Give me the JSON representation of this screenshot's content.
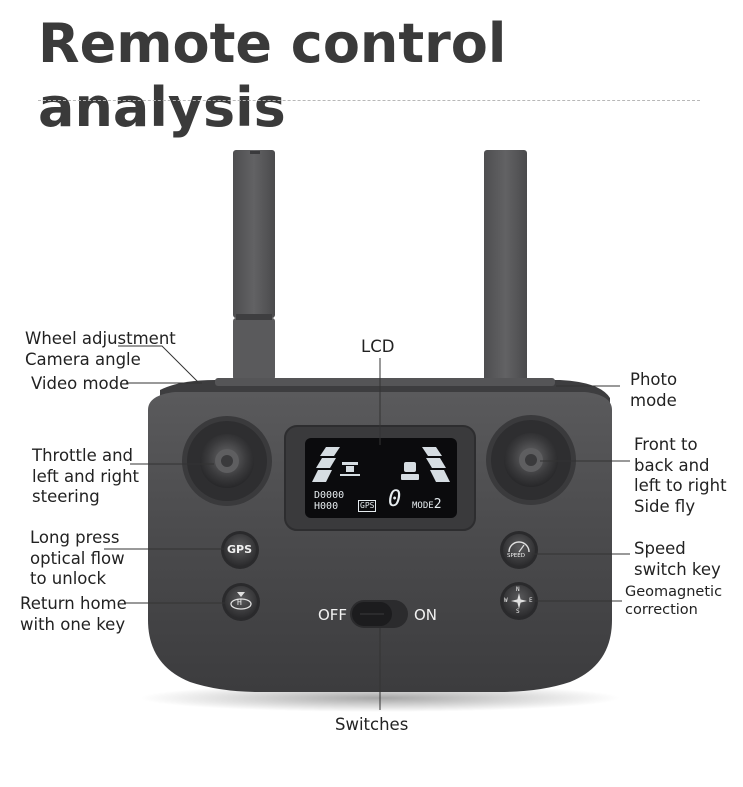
{
  "title": "Remote control analysis",
  "labels": {
    "wheel": "Wheel adjustment\nCamera angle",
    "video": "Video mode",
    "throttle": "Throttle and\nleft and right\nsteering",
    "gps_long": "Long press\noptical flow\nto unlock",
    "return_home": "Return home\nwith one key",
    "lcd": "LCD",
    "photo": "Photo\nmode",
    "front_back": "Front to\nback and\nleft to right\nSide fly",
    "speed": "Speed\nswitch key",
    "geomagnetic": "Geomagnetic\ncorrection",
    "switches": "Switches",
    "off": "OFF",
    "on": "ON"
  },
  "buttons": {
    "gps": "GPS",
    "speed": "SPEED",
    "compass_n": "N",
    "compass_s": "S",
    "compass_w": "W",
    "compass_e": "E",
    "home": "H"
  },
  "lcd": {
    "d_value": "0000",
    "h_value": "000",
    "d_prefix": "D",
    "h_prefix": "H",
    "gps": "GPS",
    "big_digit": "0",
    "mode": "MODE",
    "mode_num": "2"
  },
  "colors": {
    "body": "#4b4b4d",
    "antenna": "#565658",
    "lcd_bg": "#0c0c0e",
    "lcd_screen": "#dfe6ea",
    "text": "#222222",
    "title": "#3a3a3a"
  }
}
